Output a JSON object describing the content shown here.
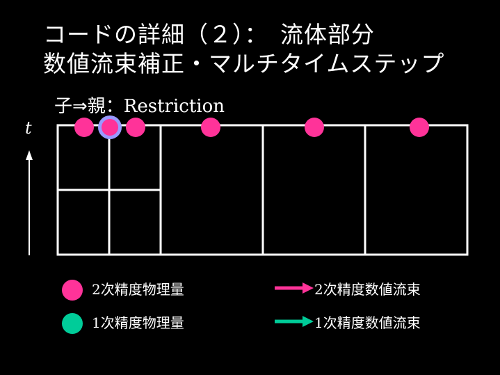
{
  "title": {
    "line1": "コードの詳細（２）：　流体部分",
    "line2": "数値流束補正・マルチタイムステップ"
  },
  "subtitle": {
    "prefix": "子⇒親：",
    "term": "Restriction"
  },
  "axis": {
    "label": "t"
  },
  "colors": {
    "second_order": "#ff3399",
    "first_order": "#00cc99",
    "highlight_ring": "#9999ff",
    "grid": "#ffffff"
  },
  "legend": {
    "second_order_quantity": {
      "num": "2",
      "text": "次精度物理量"
    },
    "first_order_quantity": {
      "num": "1",
      "text": "次精度物理量"
    },
    "second_order_flux": {
      "num": "2",
      "text": "次精度数値流束"
    },
    "first_order_flux": {
      "num": "1",
      "text": "次精度数値流束"
    }
  }
}
